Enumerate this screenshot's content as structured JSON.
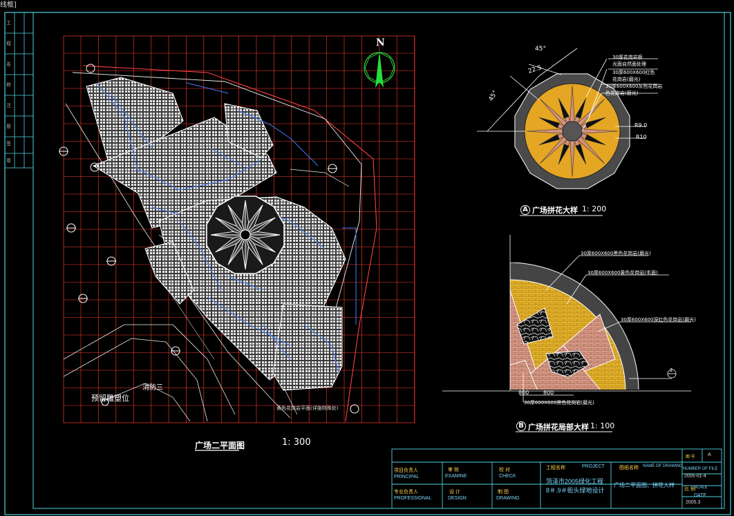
{
  "window_fragment": "线框]",
  "left_strip": [
    "工",
    "程",
    "名",
    "称",
    "注",
    "册",
    "签",
    "章"
  ],
  "north_label": "N",
  "plan": {
    "title": "广场二平面图",
    "scale": "1: 300",
    "label_sculpture": "预留雕塑位",
    "label_road": "消防三",
    "label_note": "黄色花岗岩平面(详施特殊处)"
  },
  "detail_a": {
    "title": "广场拼花大样",
    "scale": "1: 200",
    "marker": "A",
    "dim_45a": "45°",
    "dim_45b": "45°",
    "dim_225": "22.5",
    "dim_r9": "R9.0",
    "dim_r10": "R10",
    "notes": [
      "30厚花岗岩板",
      "光面自然面处理",
      "30厚600X600红色",
      "花岗岩(磨光)",
      "30厚600X600灰色花岗岩",
      "色花岗岩(磨光)"
    ]
  },
  "detail_b": {
    "title": "广场拼花局部大样",
    "scale": "1: 100",
    "marker": "B",
    "notes": [
      "30厚600X600黑色花岗岩(磨光)",
      "30厚600X600黄色花岗岩(毛面)",
      "30厚600X600深红色花岗岩(磨光)",
      "30厚600X600黑色花岗岩(磨光)"
    ],
    "dim_800a": "800",
    "dim_800b": "800",
    "section_marker": "2"
  },
  "title_block": {
    "principal_cn": "项目负责人",
    "principal_en": "PRINCIPAL",
    "professional_cn": "专业负责人",
    "professional_en": "PROFESSIONAL",
    "examine_cn": "审 核",
    "examine_en": "EXAMINE",
    "check_cn": "校 对",
    "check_en": "CHECK",
    "design_cn": "设 计",
    "design_en": "DESIGN",
    "drawing_cn": "制 图",
    "drawing_en": "DRAWING",
    "project_cn": "工程名称",
    "project_en": "PROJECT",
    "project_name_1": "菏泽市2005绿化工程",
    "project_name_2": "8＃.9＃街头绿地设计",
    "drawing_name_cn": "图纸名称",
    "drawing_name_en": "NAME OF DRAWING",
    "drawing_name": "广场二平面图、拼花大样",
    "file_cn": "图 号",
    "file_en": "NUMBER OF FILE",
    "file_no": "2005-01-4",
    "scale_cn": "比 例",
    "scale_en": "SCALE",
    "date_en": "DATE",
    "date_val": "2005.3",
    "edition": "A"
  }
}
